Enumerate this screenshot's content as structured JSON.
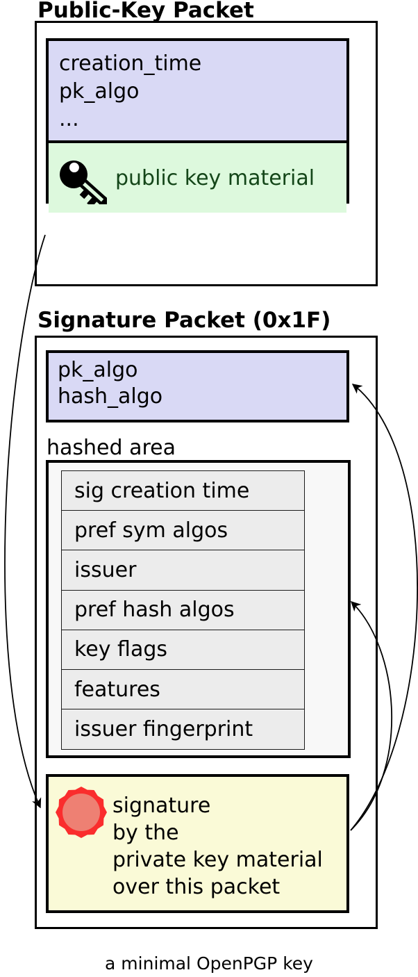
{
  "diagram": {
    "public_key_packet": {
      "title": "Public-Key Packet",
      "header_fields": [
        "creation_time",
        "pk_algo",
        "..."
      ],
      "key_material_label": "public key material"
    },
    "signature_packet": {
      "title": "Signature Packet (0x1F)",
      "algo_fields": [
        "pk_algo",
        "hash_algo"
      ],
      "hashed_area_label": "hashed area",
      "subpackets": [
        "sig creation time",
        "pref sym algos",
        "issuer",
        "pref hash algos",
        "key flags",
        "features",
        "issuer fingerprint"
      ],
      "signature_lines": [
        "signature",
        "by the",
        "private key material",
        "over this packet"
      ]
    },
    "caption": "a minimal OpenPGP key",
    "colors": {
      "lavender": "#d9d9f5",
      "green_bg": "#ddf9dd",
      "green_text": "#144619",
      "panel_bg": "#f8f8f8",
      "row_bg": "#ececec",
      "yellow_bg": "#fafad7",
      "seal_outer": "#fa2d2d",
      "seal_inner": "#ee8073"
    }
  }
}
